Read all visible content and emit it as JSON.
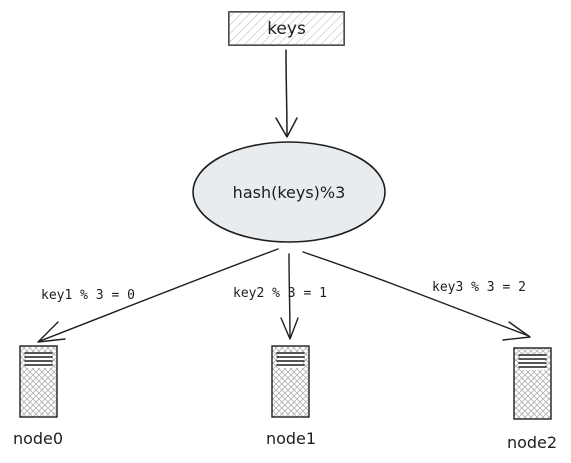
{
  "diagram": {
    "input_box": {
      "label": "keys"
    },
    "hash_node": {
      "label": "hash(keys)%3"
    },
    "edges": [
      {
        "label": "key1 % 3 = 0",
        "target": "node0"
      },
      {
        "label": "key2 % 3 = 1",
        "target": "node1"
      },
      {
        "label": "key3 % 3 = 2",
        "target": "node2"
      }
    ],
    "nodes": [
      {
        "label": "node0"
      },
      {
        "label": "node1"
      },
      {
        "label": "node2"
      }
    ]
  }
}
